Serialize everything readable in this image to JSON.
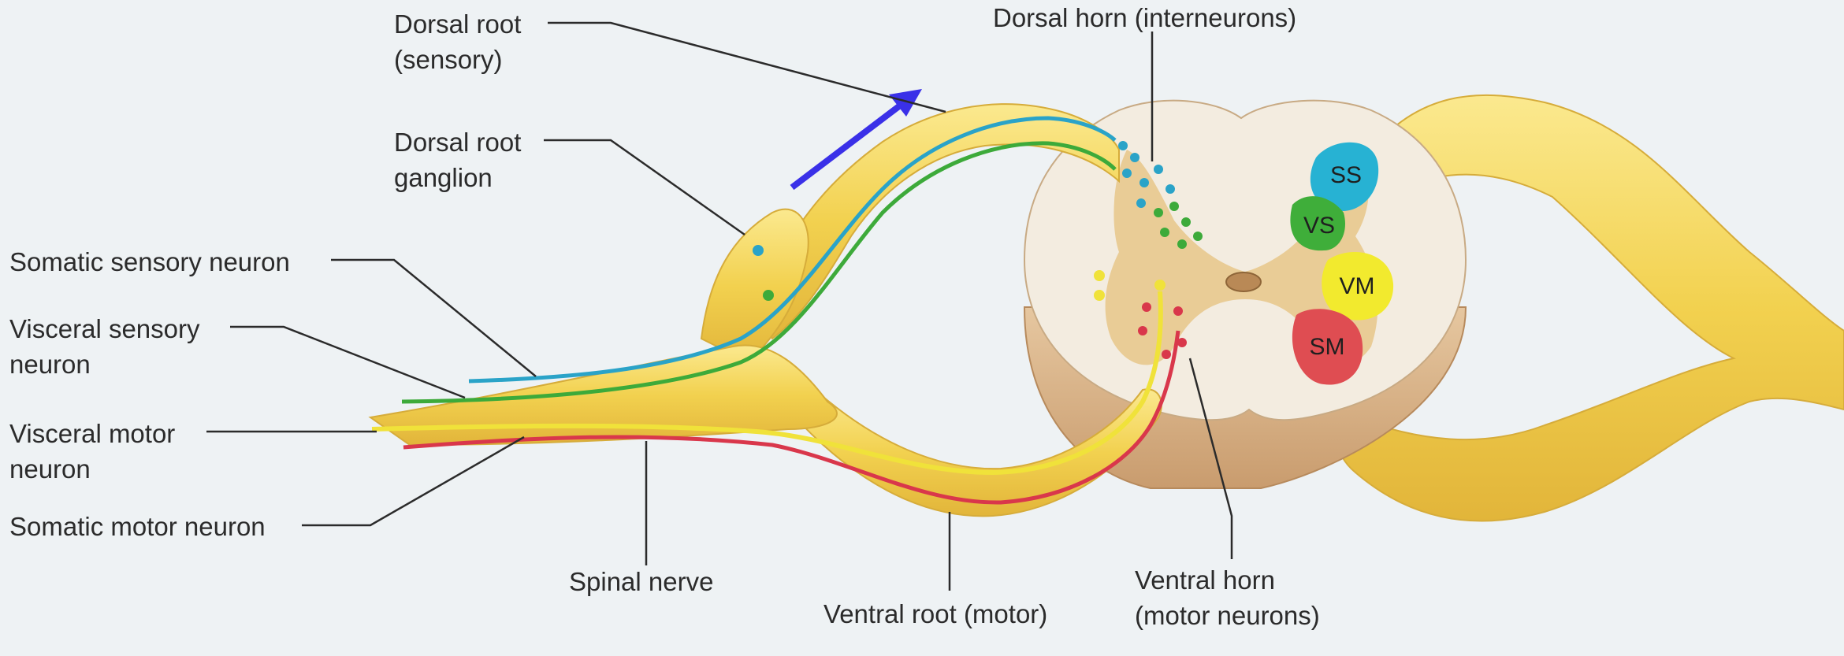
{
  "labels": {
    "dorsal_root": [
      "Dorsal root",
      "(sensory)"
    ],
    "dorsal_horn": [
      "Dorsal horn (interneurons)"
    ],
    "dorsal_root_ganglion": [
      "Dorsal root",
      "ganglion"
    ],
    "somatic_sensory_neuron": [
      "Somatic sensory neuron"
    ],
    "visceral_sensory_neuron": [
      "Visceral sensory",
      "neuron"
    ],
    "visceral_motor_neuron": [
      "Visceral motor",
      "neuron"
    ],
    "somatic_motor_neuron": [
      "Somatic motor neuron"
    ],
    "spinal_nerve": [
      "Spinal nerve"
    ],
    "ventral_root": [
      "Ventral root (motor)"
    ],
    "ventral_horn": [
      "Ventral horn",
      "(motor neurons)"
    ]
  },
  "zones": {
    "ss": "SS",
    "vs": "VS",
    "vm": "VM",
    "sm": "SM"
  },
  "colors": {
    "background": "#eef2f4",
    "nerve": "#f2d14f",
    "nerve_light": "#fbe98f",
    "white_matter": "#f3ece0",
    "gray_matter": "#e8c98e",
    "cord_section": "#d9b489",
    "somatic_sensory": "#2aa3c8",
    "visceral_sensory": "#3daa3a",
    "visceral_motor": "#f0e23a",
    "somatic_motor": "#d9374b",
    "zone_ss": "#27b2d3",
    "zone_vs": "#3fae3a",
    "zone_vm": "#f2ea2e",
    "zone_sm": "#df4d52",
    "arrow": "#3a30e8",
    "leader": "#2b2b2b"
  }
}
